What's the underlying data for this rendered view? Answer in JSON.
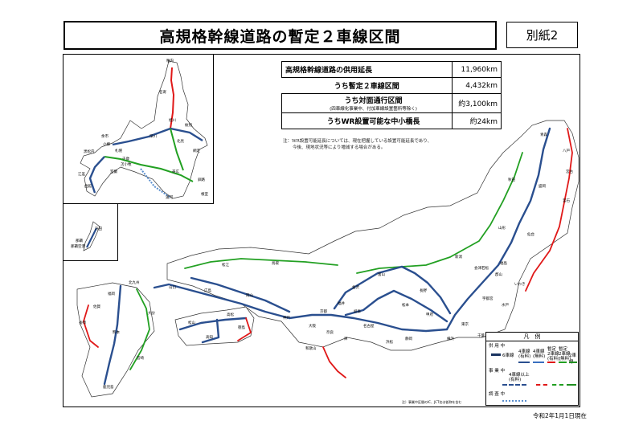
{
  "header": {
    "title": "高規格幹線道路の暫定２車線区間",
    "attachment": "別紙2"
  },
  "stats_table": [
    {
      "label": "高規格幹線道路の供用延長",
      "value": "11,960km"
    },
    {
      "label": "うち暫定２車線区間",
      "value": "4,432km"
    },
    {
      "label": "うち対面通行区間",
      "sublabel": "(四車線化事業中、付加車線設置箇所等除く)",
      "value": "約3,100km"
    },
    {
      "label": "うちWR設置可能な中小橋長",
      "value": "約24km"
    }
  ],
  "note": {
    "line1": "注：WR設置可能延長については、現在把握している設置可能延長であり、",
    "line2": "今後、現地状況等により増減する場合がある。"
  },
  "legend": {
    "title": "凡　例",
    "open_label": "供 用 中",
    "four_lane_toll": "4車線\n(有料)",
    "four_lane_free": "4車線\n(無料)",
    "interim_toll": "暫定\n2車線\n(有料)",
    "interim_free": "暫定\n2車線\n(無料)",
    "two_lane": "2車線",
    "six_lane": "6車線",
    "under_construction_label": "事 業 中",
    "four_plus_toll": "4車線以上\n(有料)",
    "under_survey_label": "調 査 中",
    "colors": {
      "four_lane": "#2a4f8f",
      "interim_toll": "#e01818",
      "interim_free": "#22a022",
      "two_lane": "#1f8f1f",
      "survey": "#5a8fcf"
    }
  },
  "footnote_small": "注）事業中区間のIC、JCT名は仮称を含む",
  "date_label": "令和2年1月1日現在",
  "cities": {
    "hokkaido": [
      "稚内",
      "名寄",
      "旭川",
      "札幌",
      "小樽",
      "千歳",
      "苫小牧",
      "帯広",
      "釧路",
      "根室",
      "北見",
      "網走",
      "函館",
      "室蘭",
      "浦河",
      "江差",
      "黒松内",
      "余市",
      "深川",
      "紋別"
    ],
    "okinawa": [
      "許田",
      "那覇",
      "那覇空港"
    ],
    "mainland": [
      "青森",
      "八戸",
      "秋田",
      "盛岡",
      "釜石",
      "宮古",
      "山形",
      "仙台",
      "新潟",
      "福島",
      "いわき",
      "郡山",
      "会津若松",
      "宇都宮",
      "水戸",
      "東京",
      "千葉",
      "横浜",
      "静岡",
      "浜松",
      "名古屋",
      "岐阜",
      "富山",
      "金沢",
      "福井",
      "長野",
      "松本",
      "甲府",
      "津",
      "大阪",
      "神戸",
      "京都",
      "奈良",
      "和歌山",
      "鳥取",
      "松江",
      "岡山",
      "広島",
      "山口",
      "徳島",
      "高松",
      "松山",
      "高知",
      "福岡",
      "北九州",
      "大分",
      "熊本",
      "宮崎",
      "鹿児島",
      "長崎",
      "佐賀"
    ]
  }
}
